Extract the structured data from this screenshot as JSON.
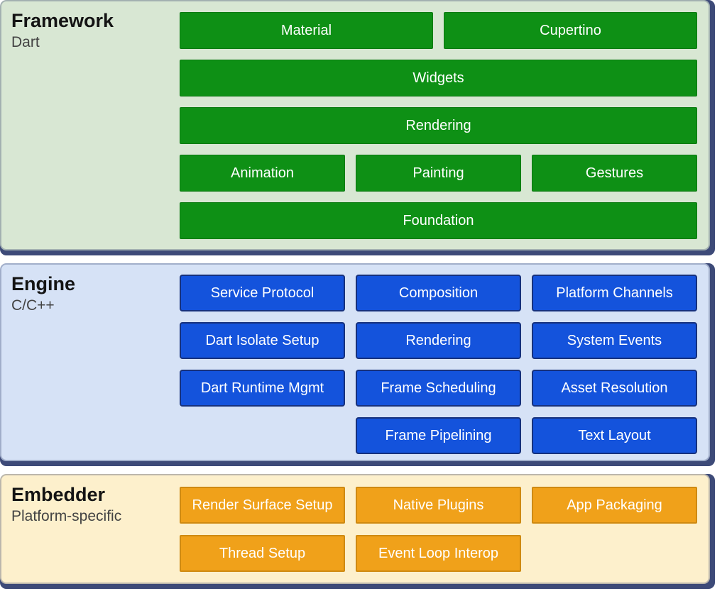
{
  "layers": [
    {
      "name": "Framework",
      "subtitle": "Dart",
      "background": "#d8e7d3",
      "box_color": "#0e9015",
      "boxes": [
        "Material",
        "Cupertino",
        "Widgets",
        "Rendering",
        "Animation",
        "Painting",
        "Gestures",
        "Foundation"
      ]
    },
    {
      "name": "Engine",
      "subtitle": "C/C++",
      "background": "#d6e2f6",
      "box_color": "#1453dc",
      "boxes": [
        "Service Protocol",
        "Composition",
        "Platform Channels",
        "Dart Isolate Setup",
        "Rendering",
        "System Events",
        "Dart Runtime Mgmt",
        "Frame Scheduling",
        "Asset Resolution",
        "Frame Pipelining",
        "Text Layout"
      ]
    },
    {
      "name": "Embedder",
      "subtitle": "Platform-specific",
      "background": "#fdf0cc",
      "box_color": "#f0a11a",
      "boxes": [
        "Render Surface Setup",
        "Native Plugins",
        "App Packaging",
        "Thread Setup",
        "Event Loop Interop"
      ]
    }
  ],
  "colors": {
    "shadow_navy": "#3d4a78",
    "title_text": "#141414",
    "subtitle_text": "#434343",
    "box_text": "#ffffff"
  }
}
